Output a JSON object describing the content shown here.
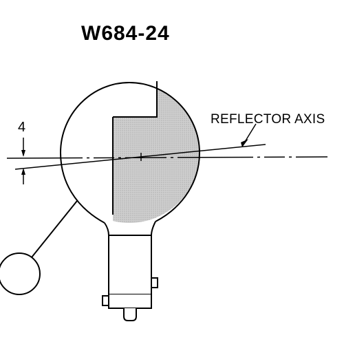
{
  "diagram": {
    "title": "W684-24",
    "axis_label": "REFLECTOR AXIS",
    "angle_label": "4",
    "colors": {
      "line": "#000000",
      "reflector_fill": "#c7c7c7",
      "background": "#ffffff"
    }
  }
}
